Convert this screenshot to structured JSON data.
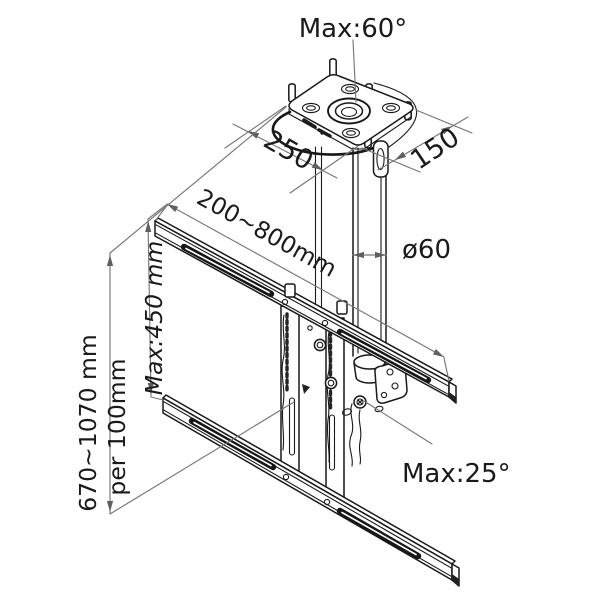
{
  "diagram": {
    "title": "ceiling-tv-mount-technical-drawing",
    "labels": {
      "max_rotation": "Max:60°",
      "plate_depth": "250",
      "plate_width": "150",
      "rail_width_range": "200~800mm",
      "pole_diameter": "ø60",
      "bracket_max_height": "Max:450 mm",
      "drop_height_range": "670~1070 mm",
      "drop_height_step": "per 100mm",
      "max_tilt": "Max:25°"
    },
    "colors": {
      "part_line": "#191919",
      "dimension_line": "#767676",
      "text": "#1a1a1a",
      "background": "#ffffff"
    }
  }
}
